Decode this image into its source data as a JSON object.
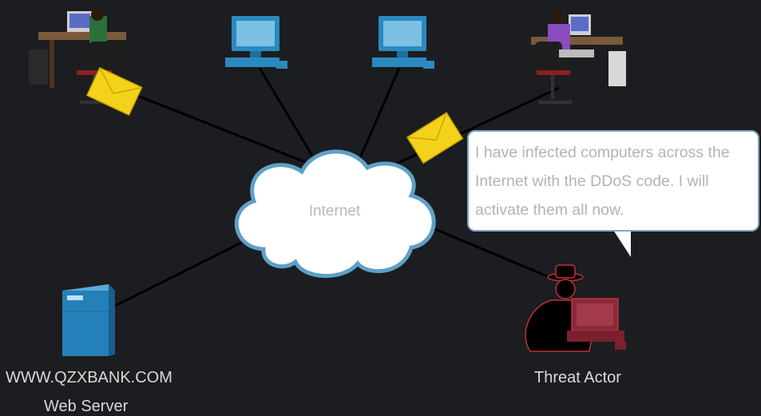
{
  "cloud": {
    "label": "Internet"
  },
  "speech_bubble": {
    "text": "I have infected computers across the Internet with the DDoS code. I will activate them all now."
  },
  "web_server": {
    "name": "WWW.QZXBANK.COM",
    "role": "Web Server"
  },
  "threat_actor": {
    "label": "Threat Actor"
  },
  "colors": {
    "background": "#1c1d20",
    "monitor_blue": "#2a8ac0",
    "server_blue": "#2480b8",
    "cloud_outline": "#5fa0c8",
    "envelope_yellow": "#f5d21a",
    "threat_red": "#c0303a",
    "link_line": "#000000"
  },
  "icons": [
    "woman-desk-user-icon",
    "desktop-computer-icon",
    "man-desk-user-icon",
    "email-envelope-icon",
    "internet-cloud-icon",
    "web-server-icon",
    "threat-actor-icon",
    "speech-bubble-tail-icon"
  ]
}
